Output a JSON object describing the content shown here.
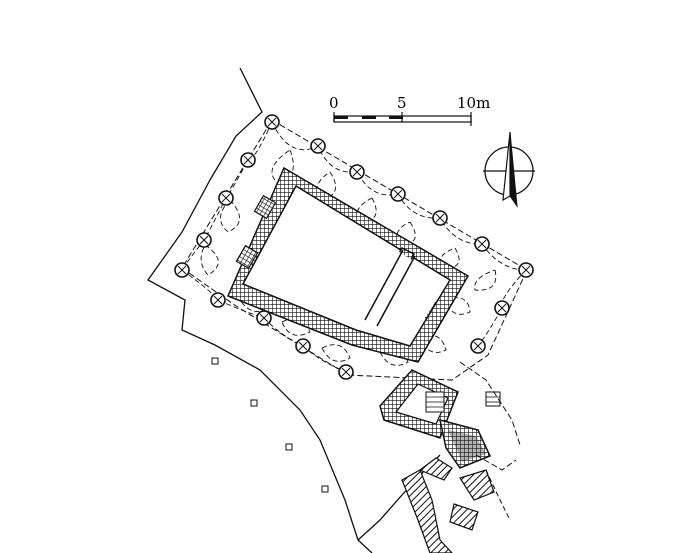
{
  "scale_bar": {
    "labels": [
      "0",
      "5",
      "10m"
    ]
  },
  "north_arrow": {
    "icon": "north-arrow-icon"
  },
  "colors": {
    "ink": "#111111",
    "paper": "#ffffff"
  }
}
